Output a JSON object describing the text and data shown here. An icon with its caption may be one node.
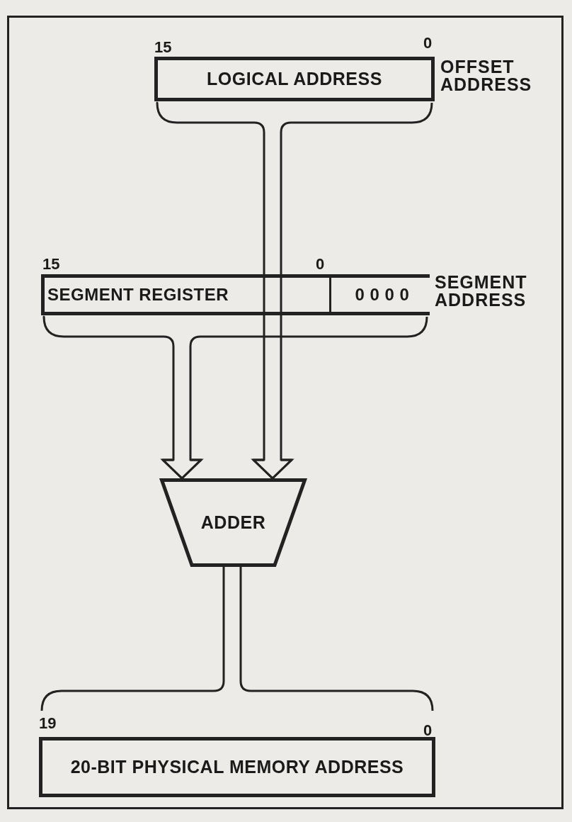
{
  "diagram": {
    "nodes": [
      {
        "text": [
          "LOGICAL ADDRESS"
        ],
        "beside": [
          "15",
          "0",
          "OFFSET ADDRESS"
        ]
      },
      {
        "text": [
          "SEGMENT REGISTER"
        ],
        "beside": [
          "15",
          "0",
          "SEGMENT ADDRESS"
        ]
      },
      {
        "text": [
          "0 0 0 0"
        ],
        "in": 1
      },
      {
        "text": [
          "ADDER"
        ]
      },
      {
        "text": [
          "20-BIT PHYSICAL MEMORY ADDRESS"
        ],
        "beside": [
          "19",
          "0"
        ]
      }
    ],
    "edges": [
      {
        "from": 1,
        "to": 3,
        "arrow": "to"
      },
      {
        "from": 0,
        "to": 3,
        "arrow": "to"
      },
      {
        "from": 3,
        "to": 4,
        "arrow": "none"
      }
    ]
  }
}
